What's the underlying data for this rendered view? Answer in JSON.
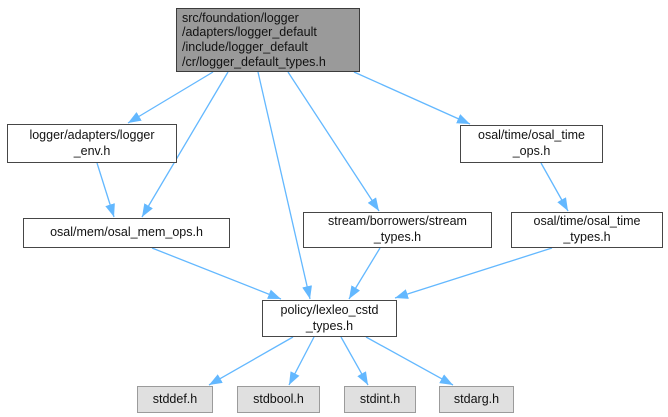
{
  "diagram": {
    "type": "include-dependency-graph",
    "nodes": {
      "main": {
        "label": "src/foundation/logger\n/adapters/logger_default\n/include/logger_default\n/cr/logger_default_types.h",
        "kind": "current"
      },
      "logger_env": {
        "label": "logger/adapters/logger\n_env.h",
        "kind": "internal"
      },
      "osal_time_ops": {
        "label": "osal/time/osal_time\n_ops.h",
        "kind": "internal"
      },
      "osal_mem_ops": {
        "label": "osal/mem/osal_mem_ops.h",
        "kind": "internal"
      },
      "stream_types": {
        "label": "stream/borrowers/stream\n_types.h",
        "kind": "internal"
      },
      "osal_time_types": {
        "label": "osal/time/osal_time\n_types.h",
        "kind": "internal"
      },
      "policy_types": {
        "label": "policy/lexleo_cstd\n_types.h",
        "kind": "internal"
      },
      "stddef": {
        "label": "stddef.h",
        "kind": "system"
      },
      "stdbool": {
        "label": "stdbool.h",
        "kind": "system"
      },
      "stdint": {
        "label": "stdint.h",
        "kind": "system"
      },
      "stdarg": {
        "label": "stdarg.h",
        "kind": "system"
      }
    },
    "edges": [
      {
        "from": "main",
        "to": "logger_env"
      },
      {
        "from": "main",
        "to": "osal_mem_ops"
      },
      {
        "from": "main",
        "to": "policy_types"
      },
      {
        "from": "main",
        "to": "stream_types"
      },
      {
        "from": "main",
        "to": "osal_time_ops"
      },
      {
        "from": "logger_env",
        "to": "osal_mem_ops"
      },
      {
        "from": "osal_time_ops",
        "to": "osal_time_types"
      },
      {
        "from": "osal_mem_ops",
        "to": "policy_types"
      },
      {
        "from": "stream_types",
        "to": "policy_types"
      },
      {
        "from": "osal_time_types",
        "to": "policy_types"
      },
      {
        "from": "policy_types",
        "to": "stddef"
      },
      {
        "from": "policy_types",
        "to": "stdbool"
      },
      {
        "from": "policy_types",
        "to": "stdint"
      },
      {
        "from": "policy_types",
        "to": "stdarg"
      }
    ],
    "colors": {
      "edge": "#63b8ff",
      "current_node_fill": "#9a9a9a",
      "internal_node_fill": "#ffffff",
      "node_border": "#464646",
      "system_node_fill": "#e0e0e0",
      "system_node_border": "#9b9b9b",
      "text": "#111111",
      "background": "#ffffff"
    }
  }
}
